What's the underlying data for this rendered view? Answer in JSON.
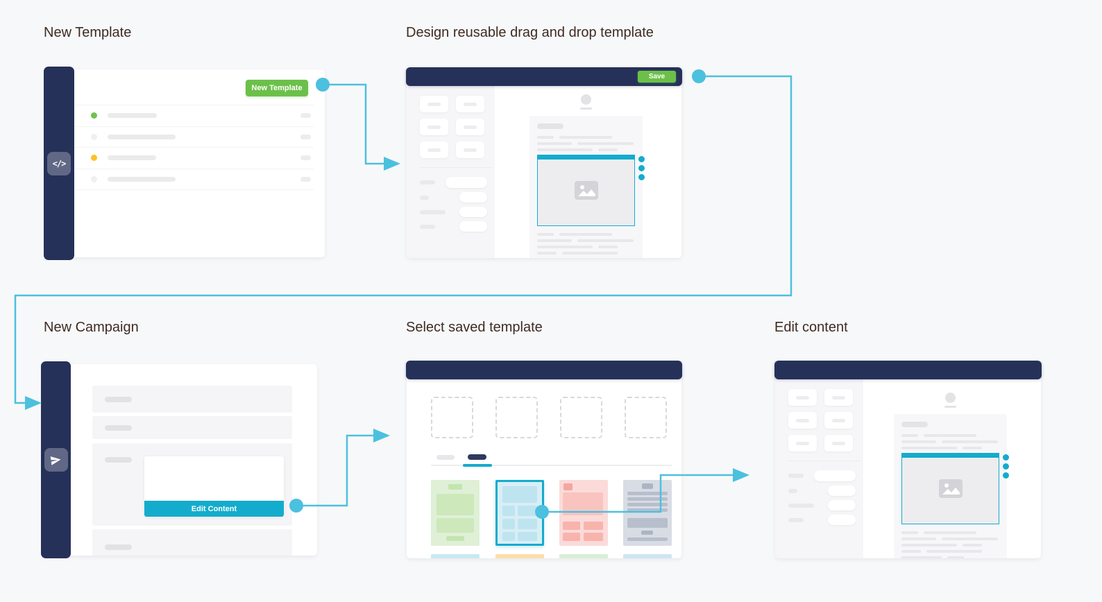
{
  "diagram": {
    "description": "Email template workflow diagram with five UI mockup panels linked by arrows",
    "background": "#f7f8f9",
    "navy": "#263159",
    "green": "#6cc04a",
    "accent_cyan": "#14abcd",
    "connector_color": "#4cc0df",
    "title_color": "#3e2b23"
  },
  "steps": {
    "new_template": {
      "title": "New Template",
      "button_label": "New Template"
    },
    "design_template": {
      "title": "Design reusable drag and drop template",
      "button_label": "Save"
    },
    "new_campaign": {
      "title": "New Campaign",
      "button_label": "Edit Content"
    },
    "select_template": {
      "title": "Select saved template"
    },
    "edit_content": {
      "title": "Edit content"
    }
  },
  "icons": {
    "code_glyph": "</>",
    "sidebar_1": "code-icon",
    "sidebar_3": "send-icon",
    "placeholder": "image-icon",
    "connector_ends": "arrow-right-icon"
  },
  "list_rows": {
    "status_dot_colors": [
      "#72c14e",
      "#f0f0f2",
      "#fdc126",
      "#f0f0f2"
    ]
  },
  "template_gallery": {
    "dashed_slots": 4,
    "thumbnail_colors": [
      "#dff0d7",
      "#d8eef5",
      "#fbdbd9",
      "#d8dce4"
    ],
    "selected_index": 1
  }
}
